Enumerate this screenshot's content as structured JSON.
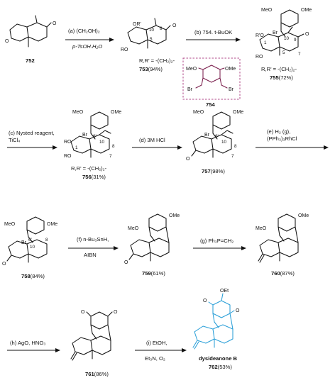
{
  "colors": {
    "ink": "#111111",
    "product_blue": "#2a9fd8",
    "reagent_maroon": "#7a1f4d",
    "box_dash": "#b04a8a"
  },
  "steps": {
    "a": [
      "(a) (CH₂OH)₂",
      "p-TsOH.H₂O"
    ],
    "b": [
      "(b) 754. t-BuOK"
    ],
    "c": [
      "(c) Nysted reagent,",
      "TiCl₄"
    ],
    "d": [
      "(d) 3M HCl"
    ],
    "e": [
      "(e) H₂ (g),",
      "(PPh₃)₃RhCl"
    ],
    "f": [
      "(f) n-Bu₃SnH,",
      "AIBN"
    ],
    "g": [
      "(g) Ph₃P=CH₂"
    ],
    "h": [
      "(h) AgO, HNO₃"
    ],
    "i": [
      "(i) EtOH,",
      "Et₃N, O₂"
    ]
  },
  "compounds": {
    "c752": {
      "id": "752",
      "yield": ""
    },
    "c753": {
      "prefix": "R,R' = -(CH₂)₂-",
      "id": "753",
      "yield": "(94%)"
    },
    "c754": {
      "id": "754"
    },
    "c755": {
      "prefix": "R,R' = -(CH₂)₂-",
      "id": "755",
      "yield": "(72%)"
    },
    "c756": {
      "prefix": "R,R' = -(CH₂)₂-",
      "id": "756",
      "yield": "(31%)"
    },
    "c757": {
      "id": "757",
      "yield": "(98%)"
    },
    "c758": {
      "id": "758",
      "yield": "(84%)"
    },
    "c759": {
      "id": "759",
      "yield": "(61%)"
    },
    "c760": {
      "id": "760",
      "yield": "(87%)"
    },
    "c761": {
      "id": "761",
      "yield": "(86%)"
    },
    "c762": {
      "name": "dysideanone B",
      "id": "762",
      "yield": "(53%)"
    }
  },
  "atoms": {
    "O": "O",
    "OR_prime": "OR'",
    "RO": "RO",
    "Br": "Br",
    "MeO": "MeO",
    "OMe": "OMe",
    "OEt": "OEt",
    "R_O": "R'O",
    "R": "R",
    "O_": "O"
  },
  "locants": {
    "n1": "1",
    "n5": "5",
    "n6p": "6'",
    "n7": "7",
    "n8": "8",
    "n9": "9",
    "n10": "10"
  }
}
